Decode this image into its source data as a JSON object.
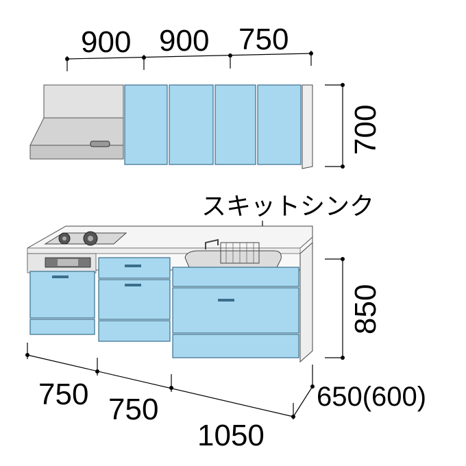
{
  "upper": {
    "width_labels": [
      "900",
      "900",
      "750"
    ],
    "height_label": "700"
  },
  "lower": {
    "sink_label": "スキットシンク",
    "height_label": "850",
    "width_labels": [
      "750",
      "750",
      "1050"
    ],
    "depth_label": "650(600)"
  },
  "colors": {
    "door_blue": "#a8d8ef",
    "door_edge": "#3a6f8c",
    "hood_gray": "#dcdcdc",
    "body_white": "#f4f4f4",
    "line": "#000000"
  }
}
